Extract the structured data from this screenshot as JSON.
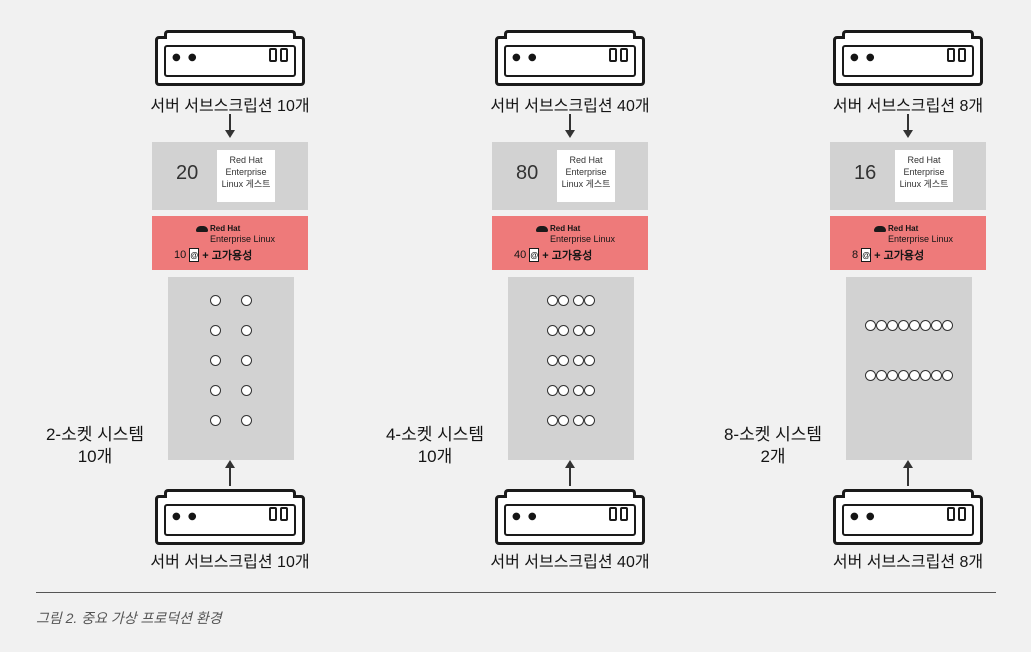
{
  "columns": [
    {
      "top_label": "서버 서브스크립션 10개",
      "bottom_label": "서버 서브스크립션 10개",
      "guest_count": "20",
      "guest_text": "Red Hat Enterprise Linux 게스트",
      "rhel_brand": "Red Hat",
      "rhel_product": "Enterprise Linux",
      "ha_count": "10",
      "ha_text": "+ 고가용성",
      "system_label_line1": "2-소켓 시스템",
      "system_label_line2": "10개",
      "sockets_per_system": 2
    },
    {
      "top_label": "서버 서브스크립션 40개",
      "bottom_label": "서버 서브스크립션 40개",
      "guest_count": "80",
      "guest_text": "Red Hat Enterprise Linux 게스트",
      "rhel_brand": "Red Hat",
      "rhel_product": "Enterprise Linux",
      "ha_count": "40",
      "ha_text": "+ 고가용성",
      "system_label_line1": "4-소켓 시스템",
      "system_label_line2": "10개",
      "sockets_per_system": 4
    },
    {
      "top_label": "서버 서브스크립션 8개",
      "bottom_label": "서버 서브스크립션 8개",
      "guest_count": "16",
      "guest_text": "Red Hat Enterprise Linux 게스트",
      "rhel_brand": "Red Hat",
      "rhel_product": "Enterprise Linux",
      "ha_count": "8",
      "ha_text": "+ 고가용성",
      "system_label_line1": "8-소켓 시스템",
      "system_label_line2": "2개",
      "sockets_per_system": 8
    }
  ],
  "caption": "그림 2. 중요 가상 프로덕션 환경"
}
